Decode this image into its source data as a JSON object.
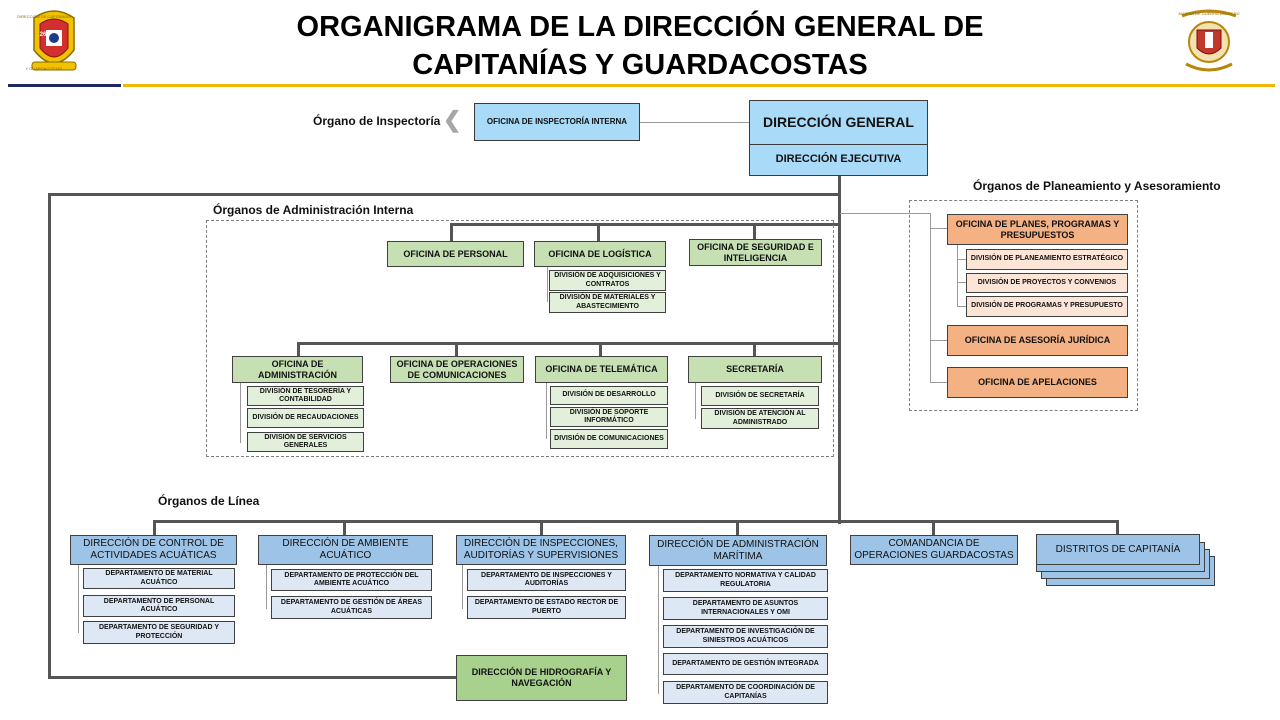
{
  "title_line1": "ORGANIGRAMA DE LA DIRECCIÓN GENERAL DE",
  "title_line2": "CAPITANÍAS Y GUARDACOSTAS",
  "colors": {
    "accent_gold": "#f2b705",
    "navy": "#1f2a5a"
  },
  "left_logo_texts": [
    "DIRECCIÓN DE CAPITANÍAS",
    "Y GUARDACOSTAS",
    "26"
  ],
  "right_logo_text": "MARINA DE GUERRA DEL PERÚ",
  "labels": {
    "inspectoria": "Órgano de Inspectoría",
    "planeamiento": "Órganos de Planeamiento y Asesoramiento",
    "administracion": "Órganos de Administración Interna",
    "linea": "Órganos de Línea"
  },
  "top": {
    "inspectoria_interna": "OFICINA DE INSPECTORÍA INTERNA",
    "direccion_general": "DIRECCIÓN GENERAL",
    "direccion_ejecutiva": "DIRECCIÓN EJECUTIVA"
  },
  "planeamiento": {
    "planes": "OFICINA DE PLANES, PROGRAMAS Y PRESUPUESTOS",
    "div_planeamiento": "DIVISIÓN DE PLANEAMIENTO ESTRATÉGICO",
    "div_proyectos": "DIVISIÓN DE PROYECTOS Y CONVENIOS",
    "div_programas": "DIVISIÓN DE PROGRAMAS Y PRESUPUESTO",
    "asesoria": "OFICINA DE ASESORÍA JURÍDICA",
    "apelaciones": "OFICINA DE APELACIONES"
  },
  "admin": {
    "personal": "OFICINA DE PERSONAL",
    "logistica": "OFICINA DE LOGÍSTICA",
    "div_adquisiciones": "DIVISIÓN DE ADQUISICIONES Y CONTRATOS",
    "div_materiales": "DIVISIÓN DE MATERIALES Y ABASTECIMIENTO",
    "seguridad": "OFICINA DE SEGURIDAD E INTELIGENCIA",
    "administracion": "OFICINA DE ADMINISTRACIÓN",
    "div_tesoreria": "DIVISIÓN DE TESORERÍA Y CONTABILIDAD",
    "div_recaudaciones": "DIVISIÓN DE RECAUDACIONES",
    "div_servicios": "DIVISIÓN DE SERVICIOS GENERALES",
    "operaciones_com": "OFICINA DE OPERACIONES DE COMUNICACIONES",
    "telematica": "OFICINA DE TELEMÁTICA",
    "div_desarrollo": "DIVISIÓN DE DESARROLLO",
    "div_soporte": "DIVISIÓN DE SOPORTE INFORMÁTICO",
    "div_comunicaciones": "DIVISIÓN DE COMUNICACIONES",
    "secretaria": "SECRETARÍA",
    "div_secretaria": "DIVISIÓN DE SECRETARÍA",
    "div_atencion": "DIVISIÓN DE ATENCIÓN AL ADMINISTRADO"
  },
  "linea": {
    "control": "DIRECCIÓN DE CONTROL DE ACTIVIDADES ACUÁTICAS",
    "dep_material": "DEPARTAMENTO DE MATERIAL ACUÁTICO",
    "dep_personal": "DEPARTAMENTO DE PERSONAL ACUÁTICO",
    "dep_seguridad": "DEPARTAMENTO DE SEGURIDAD Y PROTECCIÓN",
    "ambiente": "DIRECCIÓN DE AMBIENTE ACUÁTICO",
    "dep_proteccion": "DEPARTAMENTO DE PROTECCIÓN DEL AMBIENTE ACUÁTICO",
    "dep_gestion_areas": "DEPARTAMENTO DE GESTIÓN DE ÁREAS ACUÁTICAS",
    "inspecciones": "DIRECCIÓN DE INSPECCIONES, AUDITORÍAS Y SUPERVISIONES",
    "dep_inspecciones": "DEPARTAMENTO DE INSPECCIONES Y AUDITORÍAS",
    "dep_estado_rector": "DEPARTAMENTO DE ESTADO RECTOR DE PUERTO",
    "administracion_maritima": "DIRECCIÓN DE ADMINISTRACIÓN MARÍTIMA",
    "dep_normativa": "DEPARTAMENTO NORMATIVA Y CALIDAD REGULATORIA",
    "dep_asuntos": "DEPARTAMENTO DE ASUNTOS INTERNACIONALES Y OMI",
    "dep_investigacion": "DEPARTAMENTO DE INVESTIGACIÓN DE SINIESTROS ACUÁTICOS",
    "dep_gestion_integrada": "DEPARTAMENTO DE GESTIÓN INTEGRADA",
    "dep_coordinacion": "DEPARTAMENTO DE COORDINACIÓN DE CAPITANÍAS",
    "comandancia": "COMANDANCIA DE OPERACIONES GUARDACOSTAS",
    "distritos": "DISTRITOS DE CAPITANÍA",
    "hidrografia": "DIRECCIÓN DE HIDROGRAFÍA Y NAVEGACIÓN"
  }
}
